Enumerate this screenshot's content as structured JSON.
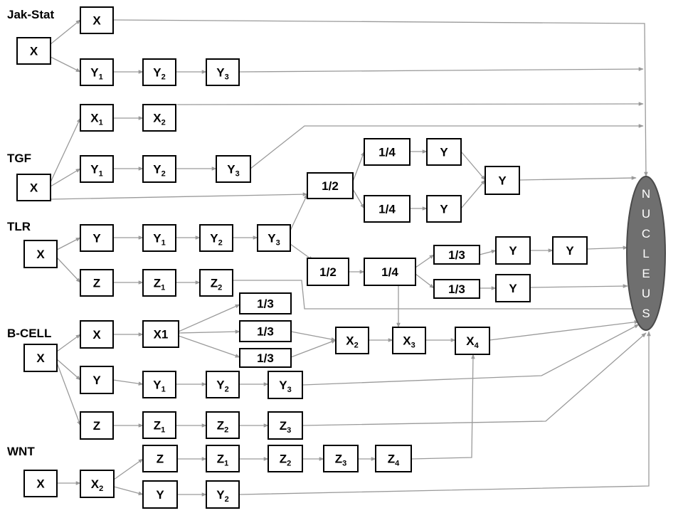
{
  "colors": {
    "edge": "#9a9a9a",
    "box_stroke": "#000000",
    "nucleus_fill": "#6f6f6f",
    "nucleus_stroke": "#4a4a4a",
    "nucleus_text": "#ffffff"
  },
  "labels": {
    "jakstat": "Jak-Stat",
    "tgf": "TGF",
    "tlr": "TLR",
    "bcell": "B-CELL",
    "wnt": "WNT"
  },
  "nucleus": {
    "letters": [
      "N",
      "U",
      "C",
      "L",
      "E",
      "U",
      "S"
    ]
  },
  "nodes": {
    "js_x": {
      "t": "X"
    },
    "js_xo": {
      "t": "X"
    },
    "js_y1": {
      "t": "Y",
      "s": "1"
    },
    "js_y2": {
      "t": "Y",
      "s": "2"
    },
    "js_y3": {
      "t": "Y",
      "s": "3"
    },
    "tg_x1": {
      "t": "X",
      "s": "1"
    },
    "tg_x2": {
      "t": "X",
      "s": "2"
    },
    "tg_y1": {
      "t": "Y",
      "s": "1"
    },
    "tg_y2": {
      "t": "Y",
      "s": "2"
    },
    "tg_y3": {
      "t": "Y",
      "s": "3"
    },
    "tg_x": {
      "t": "X"
    },
    "f_12a": {
      "t": "1/2"
    },
    "f_14a": {
      "t": "1/4"
    },
    "f_14b": {
      "t": "1/4"
    },
    "f_ya": {
      "t": "Y"
    },
    "f_yb": {
      "t": "Y"
    },
    "f_yc": {
      "t": "Y"
    },
    "tl_x": {
      "t": "X"
    },
    "tl_y": {
      "t": "Y"
    },
    "tl_y1": {
      "t": "Y",
      "s": "1"
    },
    "tl_y2": {
      "t": "Y",
      "s": "2"
    },
    "tl_y3": {
      "t": "Y",
      "s": "3"
    },
    "tl_z": {
      "t": "Z"
    },
    "tl_z1": {
      "t": "Z",
      "s": "1"
    },
    "tl_z2": {
      "t": "Z",
      "s": "2"
    },
    "f_12b": {
      "t": "1/2"
    },
    "f_14c": {
      "t": "1/4"
    },
    "f_13a": {
      "t": "1/3"
    },
    "f_13b": {
      "t": "1/3"
    },
    "f_yd": {
      "t": "Y"
    },
    "f_ye": {
      "t": "Y"
    },
    "f_yf": {
      "t": "Y"
    },
    "bc_x": {
      "t": "X"
    },
    "bc_xx": {
      "t": "X"
    },
    "bc_x1": {
      "t": "X1"
    },
    "bc_13a": {
      "t": "1/3"
    },
    "bc_13b": {
      "t": "1/3"
    },
    "bc_13c": {
      "t": "1/3"
    },
    "bc_x2": {
      "t": "X",
      "s": "2"
    },
    "bc_x3": {
      "t": "X",
      "s": "3"
    },
    "bc_x4": {
      "t": "X",
      "s": "4"
    },
    "bc_y": {
      "t": "Y"
    },
    "bc_y1": {
      "t": "Y",
      "s": "1"
    },
    "bc_y2": {
      "t": "Y",
      "s": "2"
    },
    "bc_y3": {
      "t": "Y",
      "s": "3"
    },
    "bc_z": {
      "t": "Z"
    },
    "bc_z1": {
      "t": "Z",
      "s": "1"
    },
    "bc_z2": {
      "t": "Z",
      "s": "2"
    },
    "bc_z3": {
      "t": "Z",
      "s": "3"
    },
    "wn_x": {
      "t": "X"
    },
    "wn_x2": {
      "t": "X",
      "s": "2"
    },
    "wn_z": {
      "t": "Z"
    },
    "wn_z1": {
      "t": "Z",
      "s": "1"
    },
    "wn_z2": {
      "t": "Z",
      "s": "2"
    },
    "wn_z3": {
      "t": "Z",
      "s": "3"
    },
    "wn_z4": {
      "t": "Z",
      "s": "4"
    },
    "wn_y": {
      "t": "Y"
    },
    "wn_y2": {
      "t": "Y",
      "s": "2"
    }
  }
}
